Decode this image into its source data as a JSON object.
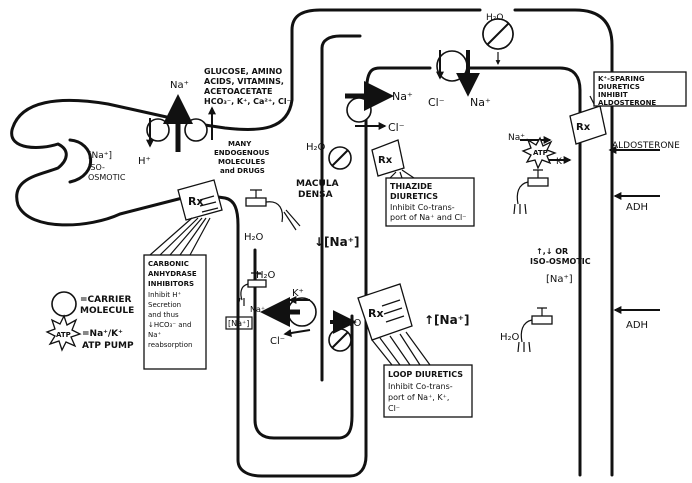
{
  "labels": {
    "na_top": "Na⁺",
    "h_left": "H⁺",
    "glucose_block": [
      "GLUCOSE, AMINO",
      "ACIDS, VITAMINS,",
      "ACETOACETATE",
      "HCO₃⁻, K⁺, Ca²⁺, Cl⁻"
    ],
    "na_iso": [
      "[Na⁺]",
      "ISO-",
      "OSMOTIC"
    ],
    "endogenous": [
      "MANY",
      "ENDOGENOUS",
      "MOLECULES",
      "and DRUGS"
    ],
    "macula": [
      "MACULA",
      "DENSA"
    ],
    "h2o_proximal": "H₂O",
    "na_decrease": "↓[Na⁺]",
    "h2o_loop_left": "H₂O",
    "na_small": "Na⁺",
    "na_loop_box": "[Na⁺]",
    "k_loop": "K⁺",
    "cl_loop": "Cl⁻",
    "h2o_loop_right": "H₂O",
    "na_increase": "↑[Na⁺]",
    "na_distal": "Na⁺",
    "cl_distal": "Cl⁻",
    "h2o_distal": "H₂O",
    "cl_top": "Cl⁻",
    "na_top_right": "Na⁺",
    "h2o_top": "H₂O",
    "na_collecting": "Na⁺",
    "k_collecting": "K⁺",
    "atp_small": "ATP",
    "aldosterone": "ALDOSTERONE",
    "adh_1": "ADH",
    "adh_2": "ADH",
    "iso_collecting": [
      "↑,↓ OR",
      "ISO-OSMOTIC",
      "[Na⁺]"
    ],
    "h2o_collecting": "H₂O",
    "rx": "Rx"
  },
  "boxes": {
    "carbonic": [
      "CARBONIC",
      "ANHYDRASE",
      "INHIBITORS",
      "Inhibit H⁺",
      "Secretion",
      "and thus",
      "↓HCO₃⁻ and",
      "Na⁺",
      "reabsorption"
    ],
    "thiazide": [
      "THIAZIDE",
      "DIURETICS",
      "Inhibit Co-trans-",
      "port of Na⁺ and Cl⁻"
    ],
    "loop": [
      "LOOP DIURETICS",
      "Inhibit Co-trans-",
      "port of Na⁺, K⁺,",
      "Cl⁻"
    ],
    "ksparing": [
      "K⁺-SPARING",
      "DIURETICS",
      "INHIBIT",
      "ALDOSTERONE"
    ]
  },
  "legend": {
    "carrier": [
      "=CARRIER",
      "MOLECULE"
    ],
    "pump": [
      "=Na⁺/K⁺",
      "ATP PUMP"
    ],
    "atp": "ATP"
  }
}
